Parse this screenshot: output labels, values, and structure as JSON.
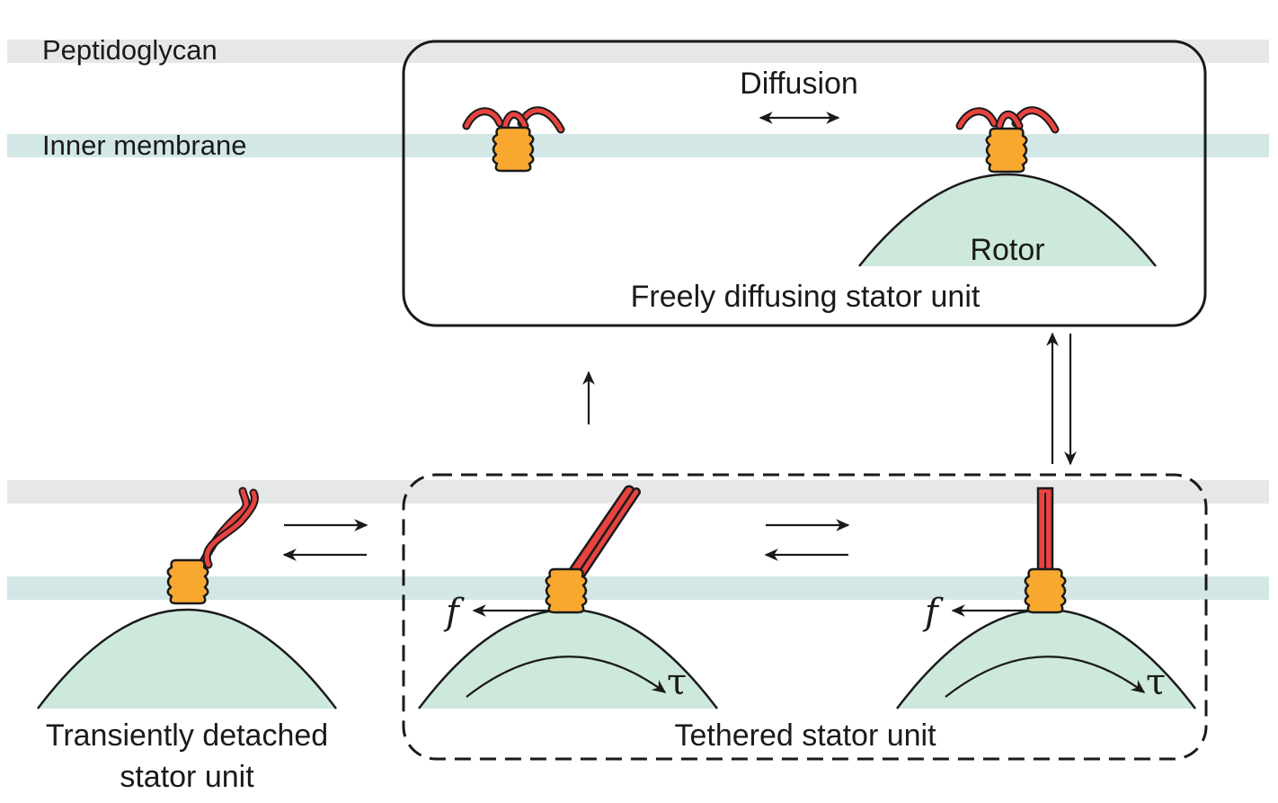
{
  "labels": {
    "peptidoglycan": "Peptidoglycan",
    "inner_membrane": "Inner membrane",
    "diffusion": "Diffusion",
    "rotor": "Rotor",
    "freely_diffusing": "Freely diffusing stator unit",
    "transient_line1": "Transiently detached",
    "transient_line2": "stator unit",
    "tethered": "Tethered stator unit",
    "force_symbol": "f",
    "torque_symbol": "τ"
  },
  "colors": {
    "peptidoglycan_band": "#e6e7e8",
    "membrane_band": "#d3e8e6",
    "rotor_fill": "#cde9dc",
    "stator_body": "#f9a82f",
    "stator_tether": "#e8433f",
    "outline": "#1a1a1a"
  }
}
